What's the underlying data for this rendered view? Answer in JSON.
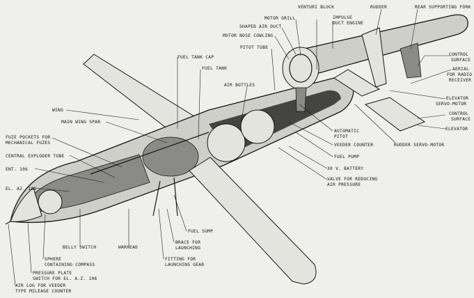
{
  "labels": {
    "venturi_block": "VENTURI BLOCK",
    "rudder": "RUDDER",
    "rear_supporting_fork": "REAR SUPPORTING FORK",
    "motor_grill": "MOTOR GRILL",
    "impulse_duct_engine_1": "IMPULSE",
    "impulse_duct_engine_2": "DUCT ENGINE",
    "shaped_air_duct": "SHAPED AIR DUCT",
    "motor_nose_cowling": "MOTOR NOSE COWLING",
    "pitot_tube": "PITOT TUBE",
    "control_surface_upper_1": "CONTROL",
    "control_surface_upper_2": "SURFACE",
    "aerial_1": "AERIAL",
    "aerial_2": "FOR RADIO",
    "aerial_3": "RECEIVER",
    "fuel_tank_cap": "FUEL TANK CAP",
    "fuel_tank": "FUEL TANK",
    "air_bottles": "AIR BOTTLES",
    "elevator_servo_1": "ELEVATOR",
    "elevator_servo_2": "SERVO-MOTOR",
    "control_surface_lower_1": "CONTROL",
    "control_surface_lower_2": "SURFACE",
    "elevator": "ELEVATOR",
    "wing": "WING",
    "main_wing_spar": "MAIN WING SPAR",
    "automatic_pitot_1": "AUTOMATIC",
    "automatic_pitot_2": "PITOT",
    "rudder_servo_motor": "RUDDER SERVO-MOTOR",
    "fuze_pockets_1": "FUZE POCKETS FOR",
    "fuze_pockets_2": "MECHANICAL FUZES",
    "veeder_counter": "VEEDER COUNTER",
    "fuel_pump": "FUEL PUMP",
    "central_exploder_tube": "CENTRAL EXPLODER TUBE",
    "ent_106": "ENT. 106",
    "battery": "30 V. BATTERY",
    "valve_1": "VALVE FOR REDUCING",
    "valve_2": "AIR PRESSURE",
    "el_az_106": "EL. AZ. 106",
    "fuel_sump": "FUEL SUMP",
    "belly_switch": "BELLY SWITCH",
    "warhead": "WARHEAD",
    "brace_1": "BRACE FOR",
    "brace_2": "LAUNCHING",
    "sphere_1": "SPHERE",
    "sphere_2": "CONTAINING COMPASS",
    "fitting_1": "FITTING FOR",
    "fitting_2": "LAUNCHING GEAR",
    "pressure_plate_1": "PRESSURE PLATE",
    "pressure_plate_2": "SWITCH FOR EL. A.Z. 106",
    "air_log_1": "AIR LOG FOR VEEDER",
    "air_log_2": "TYPE MILEAGE COUNTER"
  }
}
